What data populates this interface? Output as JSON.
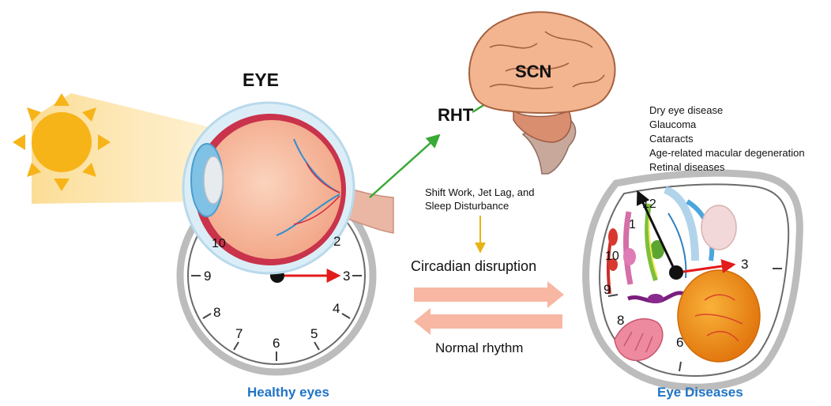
{
  "labels": {
    "eye": "EYE",
    "scn": "SCN",
    "rht": "RHT",
    "factors": [
      "Shift Work, Jet Lag, and",
      "Sleep Disturbance"
    ],
    "circadian_disruption": "Circadian disruption",
    "normal_rhythm": "Normal rhythm",
    "healthy_eyes": "Healthy eyes",
    "eye_diseases": "Eye Diseases"
  },
  "diseases": [
    "Dry eye disease",
    "Glaucoma",
    "Cataracts",
    "Age-related macular degeneration",
    "Retinal diseases"
  ],
  "clock_left": {
    "numbers": [
      "2",
      "3",
      "4",
      "5",
      "6",
      "7",
      "8",
      "9",
      "10"
    ]
  },
  "clock_right": {
    "numbers": [
      "12",
      "1",
      "3",
      "6",
      "8",
      "9",
      "10"
    ]
  },
  "colors": {
    "sun": "#f6b418",
    "light_beam": "#fbd98a",
    "pathway_arrow": "#3aa935",
    "clock_hand": "#e21b1b",
    "flow_arrow": "#f7b7a3",
    "factor_arrow": "#e7b416",
    "caption": "#1f74c6"
  }
}
